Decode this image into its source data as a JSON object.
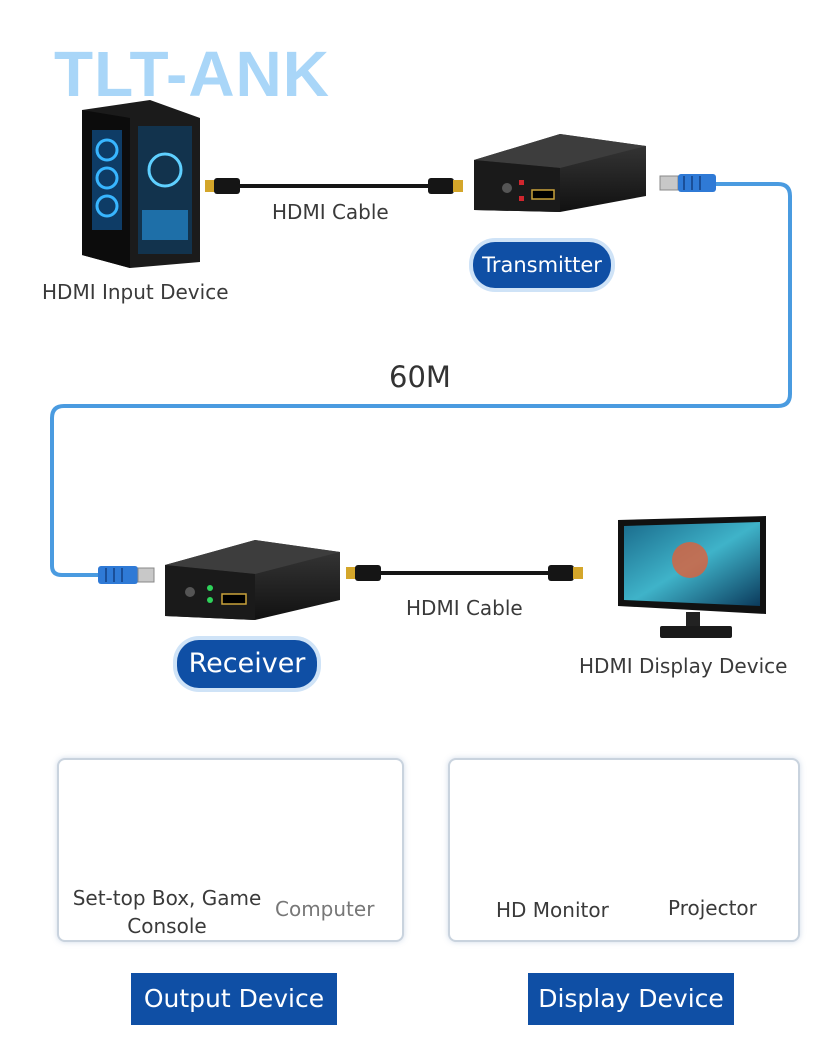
{
  "brand": "TLT-ANK",
  "top_section": {
    "input_device_label": "HDMI Input Device",
    "cable_label_top": "HDMI Cable",
    "transmitter_label": "Transmitter",
    "distance_label": "60M",
    "receiver_label": "Receiver",
    "cable_label_bottom": "HDMI Cable",
    "display_device_label": "HDMI Display Device"
  },
  "output_panel": {
    "items": [
      {
        "label": "Set-top Box, Game Console",
        "icon": "set-top-box-icon"
      },
      {
        "label": "Computer",
        "icon": "computer-icon"
      }
    ],
    "tag": "Output Device"
  },
  "display_panel": {
    "items": [
      {
        "label": "HD Monitor",
        "icon": "monitor-icon"
      },
      {
        "label": "Projector",
        "icon": "projector-icon"
      }
    ],
    "tag": "Display Device"
  },
  "colors": {
    "accent": "#0f4fa5",
    "cable_blue": "#4a9be0",
    "brand_light": "#a9d6f8"
  }
}
